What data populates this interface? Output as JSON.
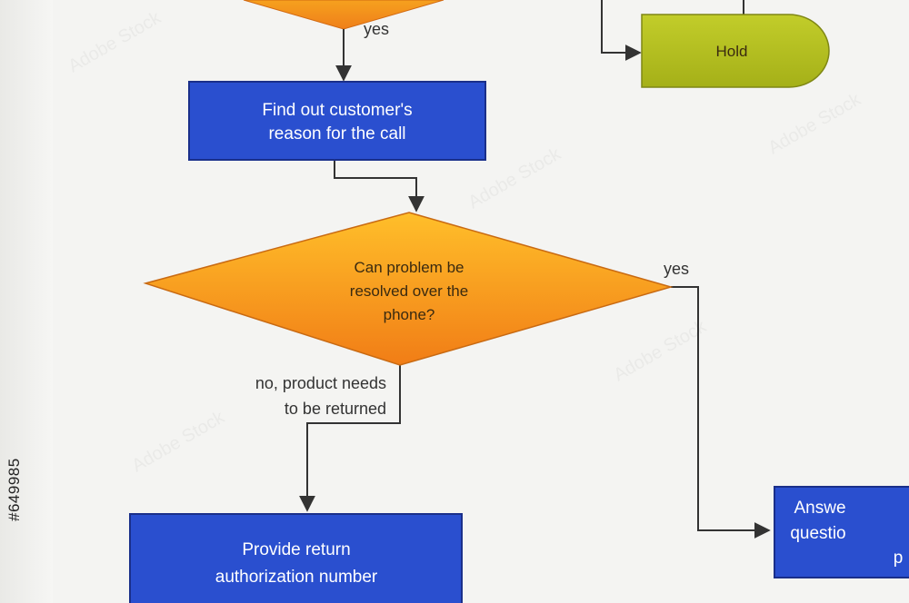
{
  "side_text": "#649985",
  "watermark": "Adobe Stock",
  "nodes": {
    "hold": "Hold",
    "find_out": [
      "Find out customer's",
      "reason for the call"
    ],
    "decision": [
      "Can problem be",
      "resolved over the",
      "phone?"
    ],
    "return_auth": [
      "Provide return",
      "authorization number"
    ],
    "answer": [
      "Answe",
      "questio",
      "p"
    ]
  },
  "edge_labels": {
    "top_yes": "yes",
    "decision_yes": "yes",
    "decision_no": [
      "no, product needs",
      "to be returned"
    ]
  },
  "colors": {
    "process_fill": "#2a4fcf",
    "process_stroke": "#1a2f8a",
    "decision_top": "#ffb21f",
    "decision_bottom": "#f3871a",
    "hold_fill": "#b6c21f",
    "connector": "#333333"
  }
}
